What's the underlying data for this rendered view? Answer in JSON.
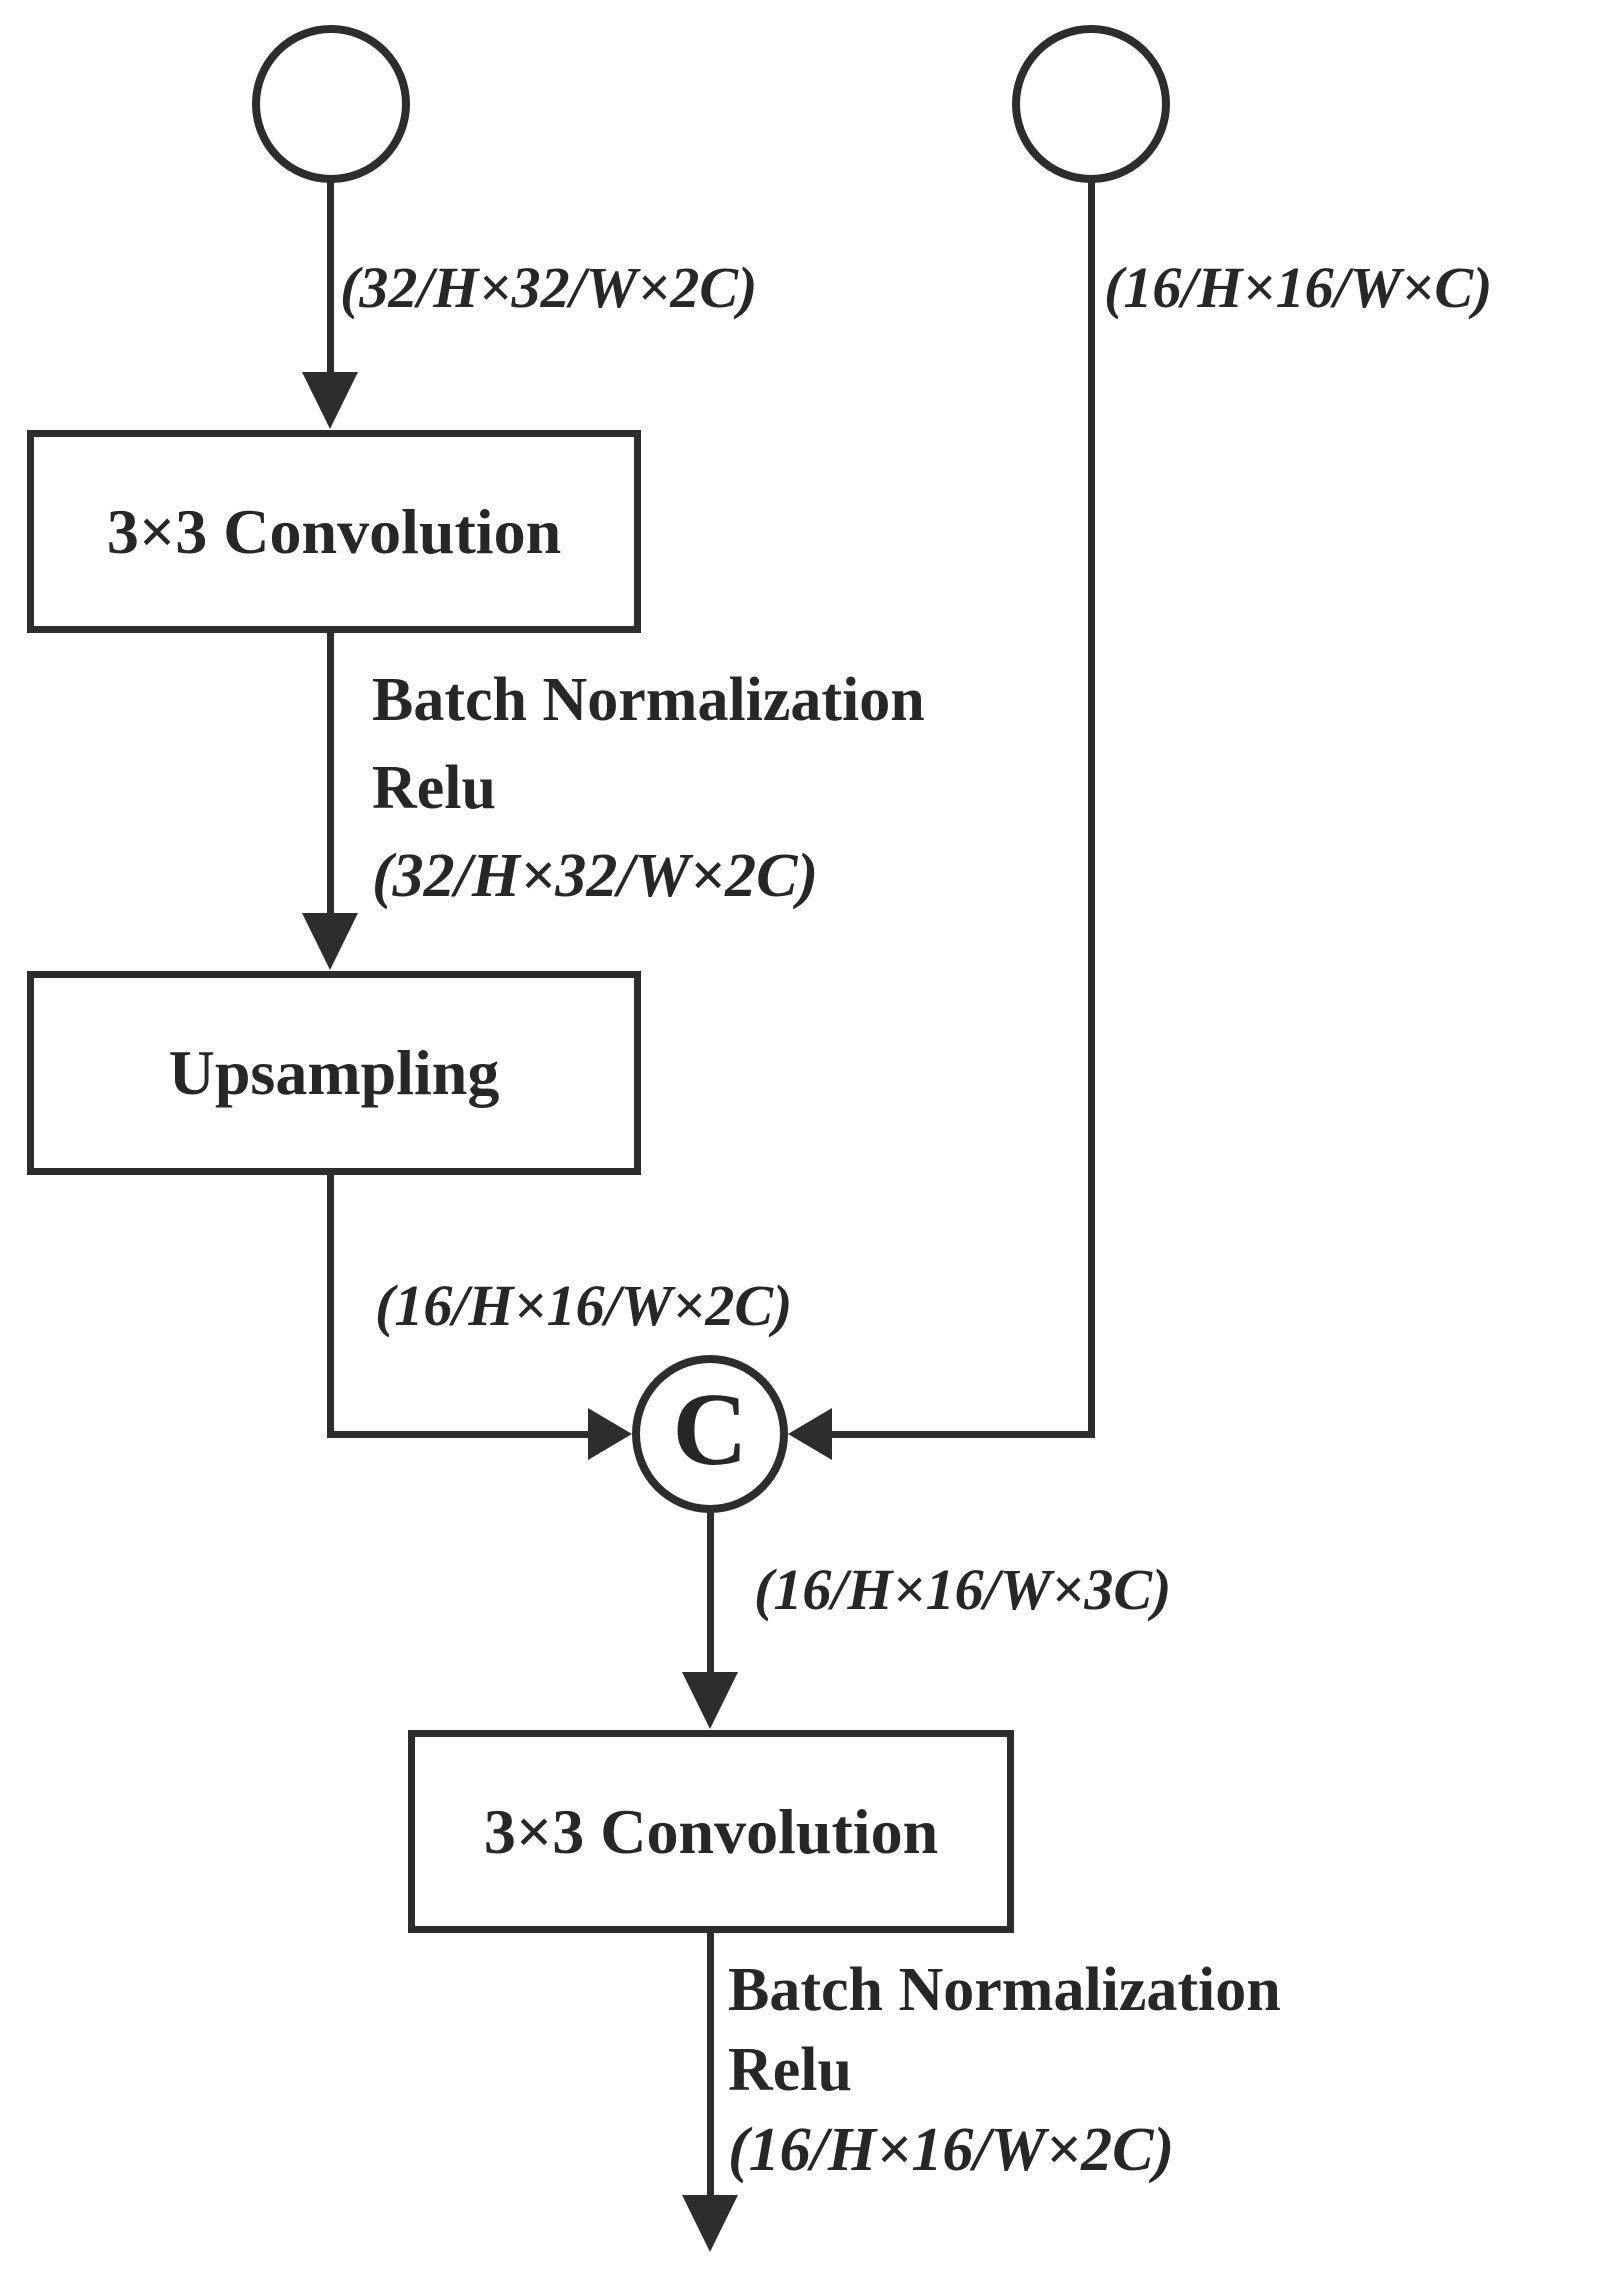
{
  "figure": {
    "background_color": "#ffffff",
    "stroke_color": "#2d2d2d",
    "text_color": "#272727",
    "nodes": {
      "input_left": {
        "shape": "circle"
      },
      "input_right": {
        "shape": "circle"
      },
      "conv1_label": "3×3 Convolution",
      "upsampling_label": "Upsampling",
      "concat_label": "C",
      "conv2_label": "3×3 Convolution"
    },
    "edge_labels": {
      "top_left_dim": "(32/H×32/W×2C)",
      "top_right_dim": "(16/H×16/W×C)",
      "mid_bn": "Batch Normalization",
      "mid_relu": "Relu",
      "mid_dim": "(32/H×32/W×2C)",
      "upsample_out_dim": "(16/H×16/W×2C)",
      "concat_out_dim": "(16/H×16/W×3C)",
      "bottom_bn": "Batch Normalization",
      "bottom_relu": "Relu",
      "bottom_dim": "(16/H×16/W×2C)"
    }
  }
}
